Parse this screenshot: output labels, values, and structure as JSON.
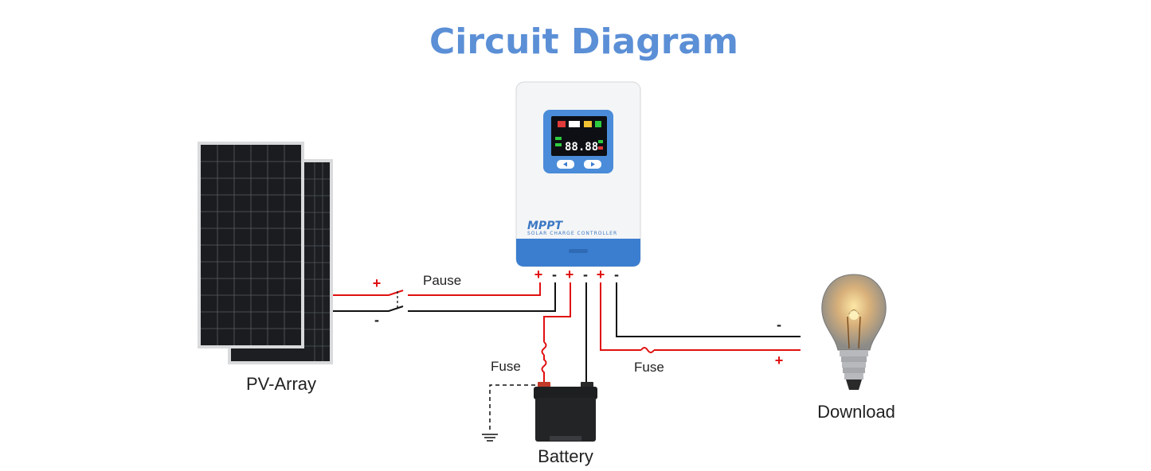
{
  "title": "Circuit Diagram",
  "components": {
    "pv_array": {
      "label": "PV-Array"
    },
    "switch": {
      "label": "Pause"
    },
    "battery": {
      "label": "Battery"
    },
    "load": {
      "label": "Download"
    },
    "controller": {
      "brand": "MPPT",
      "subtitle": "SOLAR CHARGE CONTROLLER",
      "display_digits": "88.88"
    }
  },
  "fuses": {
    "battery_fuse": "Fuse",
    "load_fuse": "Fuse"
  },
  "terminals": [
    "+",
    "-",
    "+",
    "-",
    "+",
    "-"
  ],
  "polarity": {
    "pv_positive": "+",
    "pv_negative": "-",
    "load_negative": "-",
    "load_positive": "+"
  },
  "colors": {
    "title": "#5b8fd6",
    "positive_wire": "#e01010",
    "negative_wire": "#111111",
    "controller_accent": "#3b78c4"
  }
}
